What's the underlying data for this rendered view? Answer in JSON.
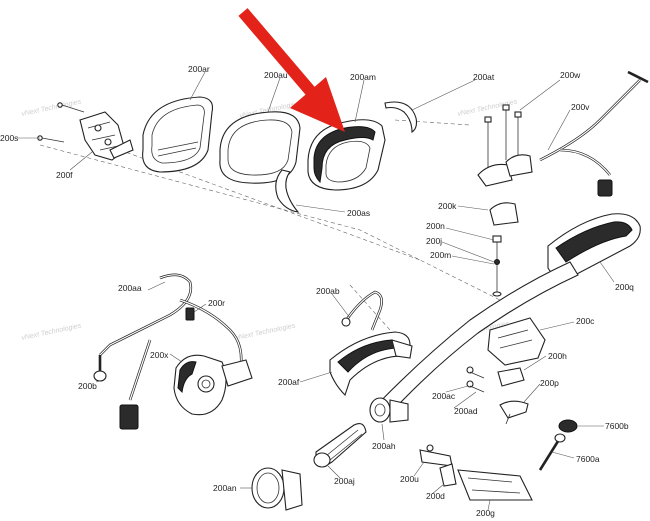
{
  "labels": {
    "200ar": "200ar",
    "200au": "200au",
    "200am": "200am",
    "200at": "200at",
    "200w": "200w",
    "200v": "200v",
    "200s": "200s",
    "200f": "200f",
    "200as": "200as",
    "200k": "200k",
    "200n": "200n",
    "200j": "200j",
    "200m": "200m",
    "200q": "200q",
    "200aa": "200aa",
    "200r": "200r",
    "200ab": "200ab",
    "200c": "200c",
    "200x": "200x",
    "200b": "200b",
    "200af": "200af",
    "200ac": "200ac",
    "200h": "200h",
    "200p": "200p",
    "200ad": "200ad",
    "200ah": "200ah",
    "7600b": "7600b",
    "7600a": "7600a",
    "200an": "200an",
    "200aj": "200aj",
    "200u": "200u",
    "200d": "200d",
    "200g": "200g"
  },
  "watermark": "vNext Technologies",
  "colors": {
    "arrow": "#e32219",
    "ink": "#222222"
  }
}
